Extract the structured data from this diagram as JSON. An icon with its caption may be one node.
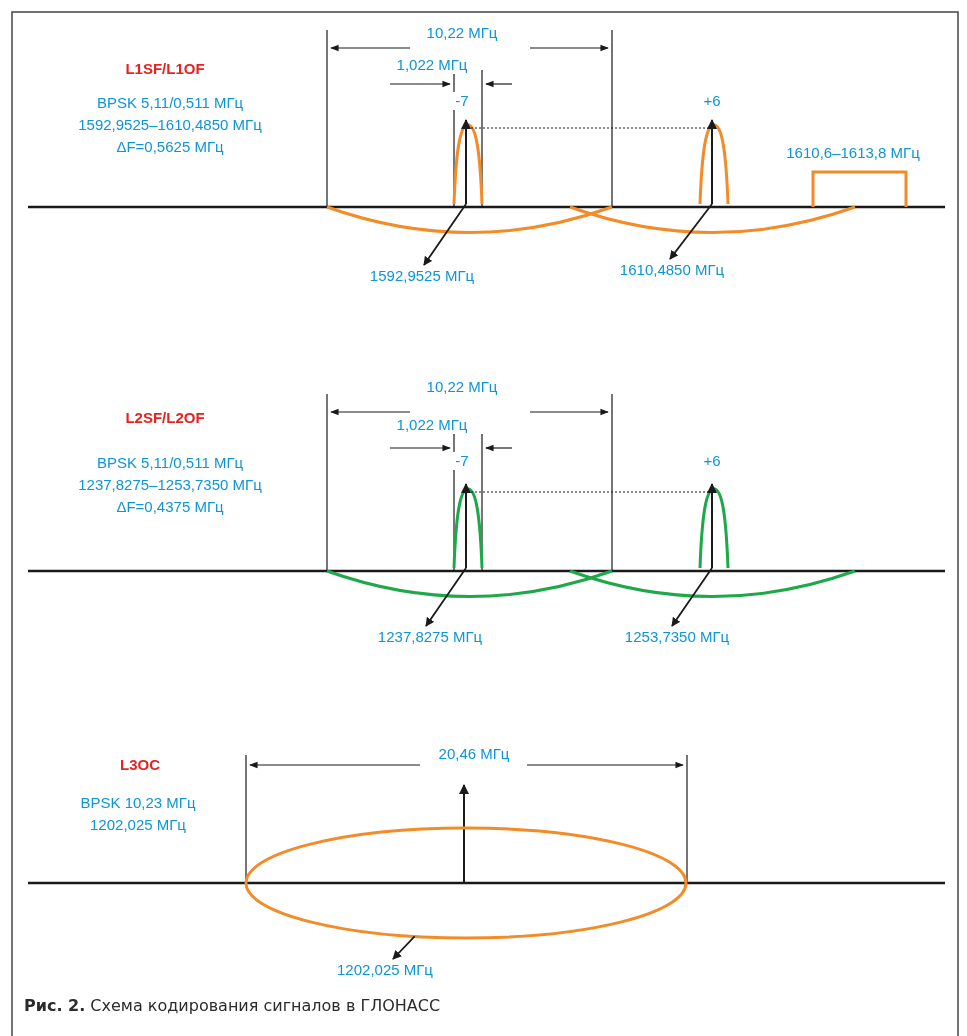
{
  "diagram": {
    "caption": "**Рис. 2.** Схема кодирования сигналов в ГЛОНАСС",
    "nodes": [
      {
        "text": [],
        "shape": "curve"
      },
      {
        "text": [],
        "shape": "curve"
      },
      {
        "text": [
          "1592,9525 МГц"
        ]
      },
      {
        "text": [
          "1610,4850 МГц"
        ]
      },
      {
        "text": [],
        "shape": "curve"
      },
      {
        "text": [],
        "shape": "curve"
      },
      {
        "text": [
          "1237,8275 МГц"
        ]
      },
      {
        "text": [
          "1253,7350 МГц"
        ]
      },
      {
        "text": [],
        "shape": "ellipse"
      },
      {
        "text": [
          "1202,025 МГц"
        ]
      }
    ],
    "edges": [
      {
        "from": 0,
        "to": 2,
        "arrow": "to"
      },
      {
        "from": 1,
        "to": 3,
        "arrow": "to"
      },
      {
        "from": 4,
        "to": 6,
        "arrow": "to"
      },
      {
        "from": 5,
        "to": 7,
        "arrow": "to"
      },
      {
        "from": 8,
        "to": 9,
        "arrow": "to"
      },
      {
        "from": 0,
        "to": 1,
        "arrow": "none",
        "style": "dashed"
      },
      {
        "from": 4,
        "to": 5,
        "arrow": "none",
        "style": "dashed"
      }
    ],
    "labels": [
      "10,22 МГц",
      "L1SF/L1OF",
      "1,022 МГц",
      "BPSK 5,11/0,511 МГц",
      "1592,9525–1610,4850 МГц",
      "ΔF=0,5625 МГц",
      "-7",
      "+6",
      "1610,6–1613,8 МГц",
      "10,22 МГц",
      "L2SF/L2OF",
      "1,022 МГц",
      "BPSK 5,11/0,511 МГц",
      "1237,8275–1253,7350 МГц",
      "ΔF=0,4375 МГц",
      "-7",
      "+6",
      "20,46 МГц",
      "L3OC",
      "BPSK 10,23 МГц",
      "1202,025 МГц"
    ]
  }
}
